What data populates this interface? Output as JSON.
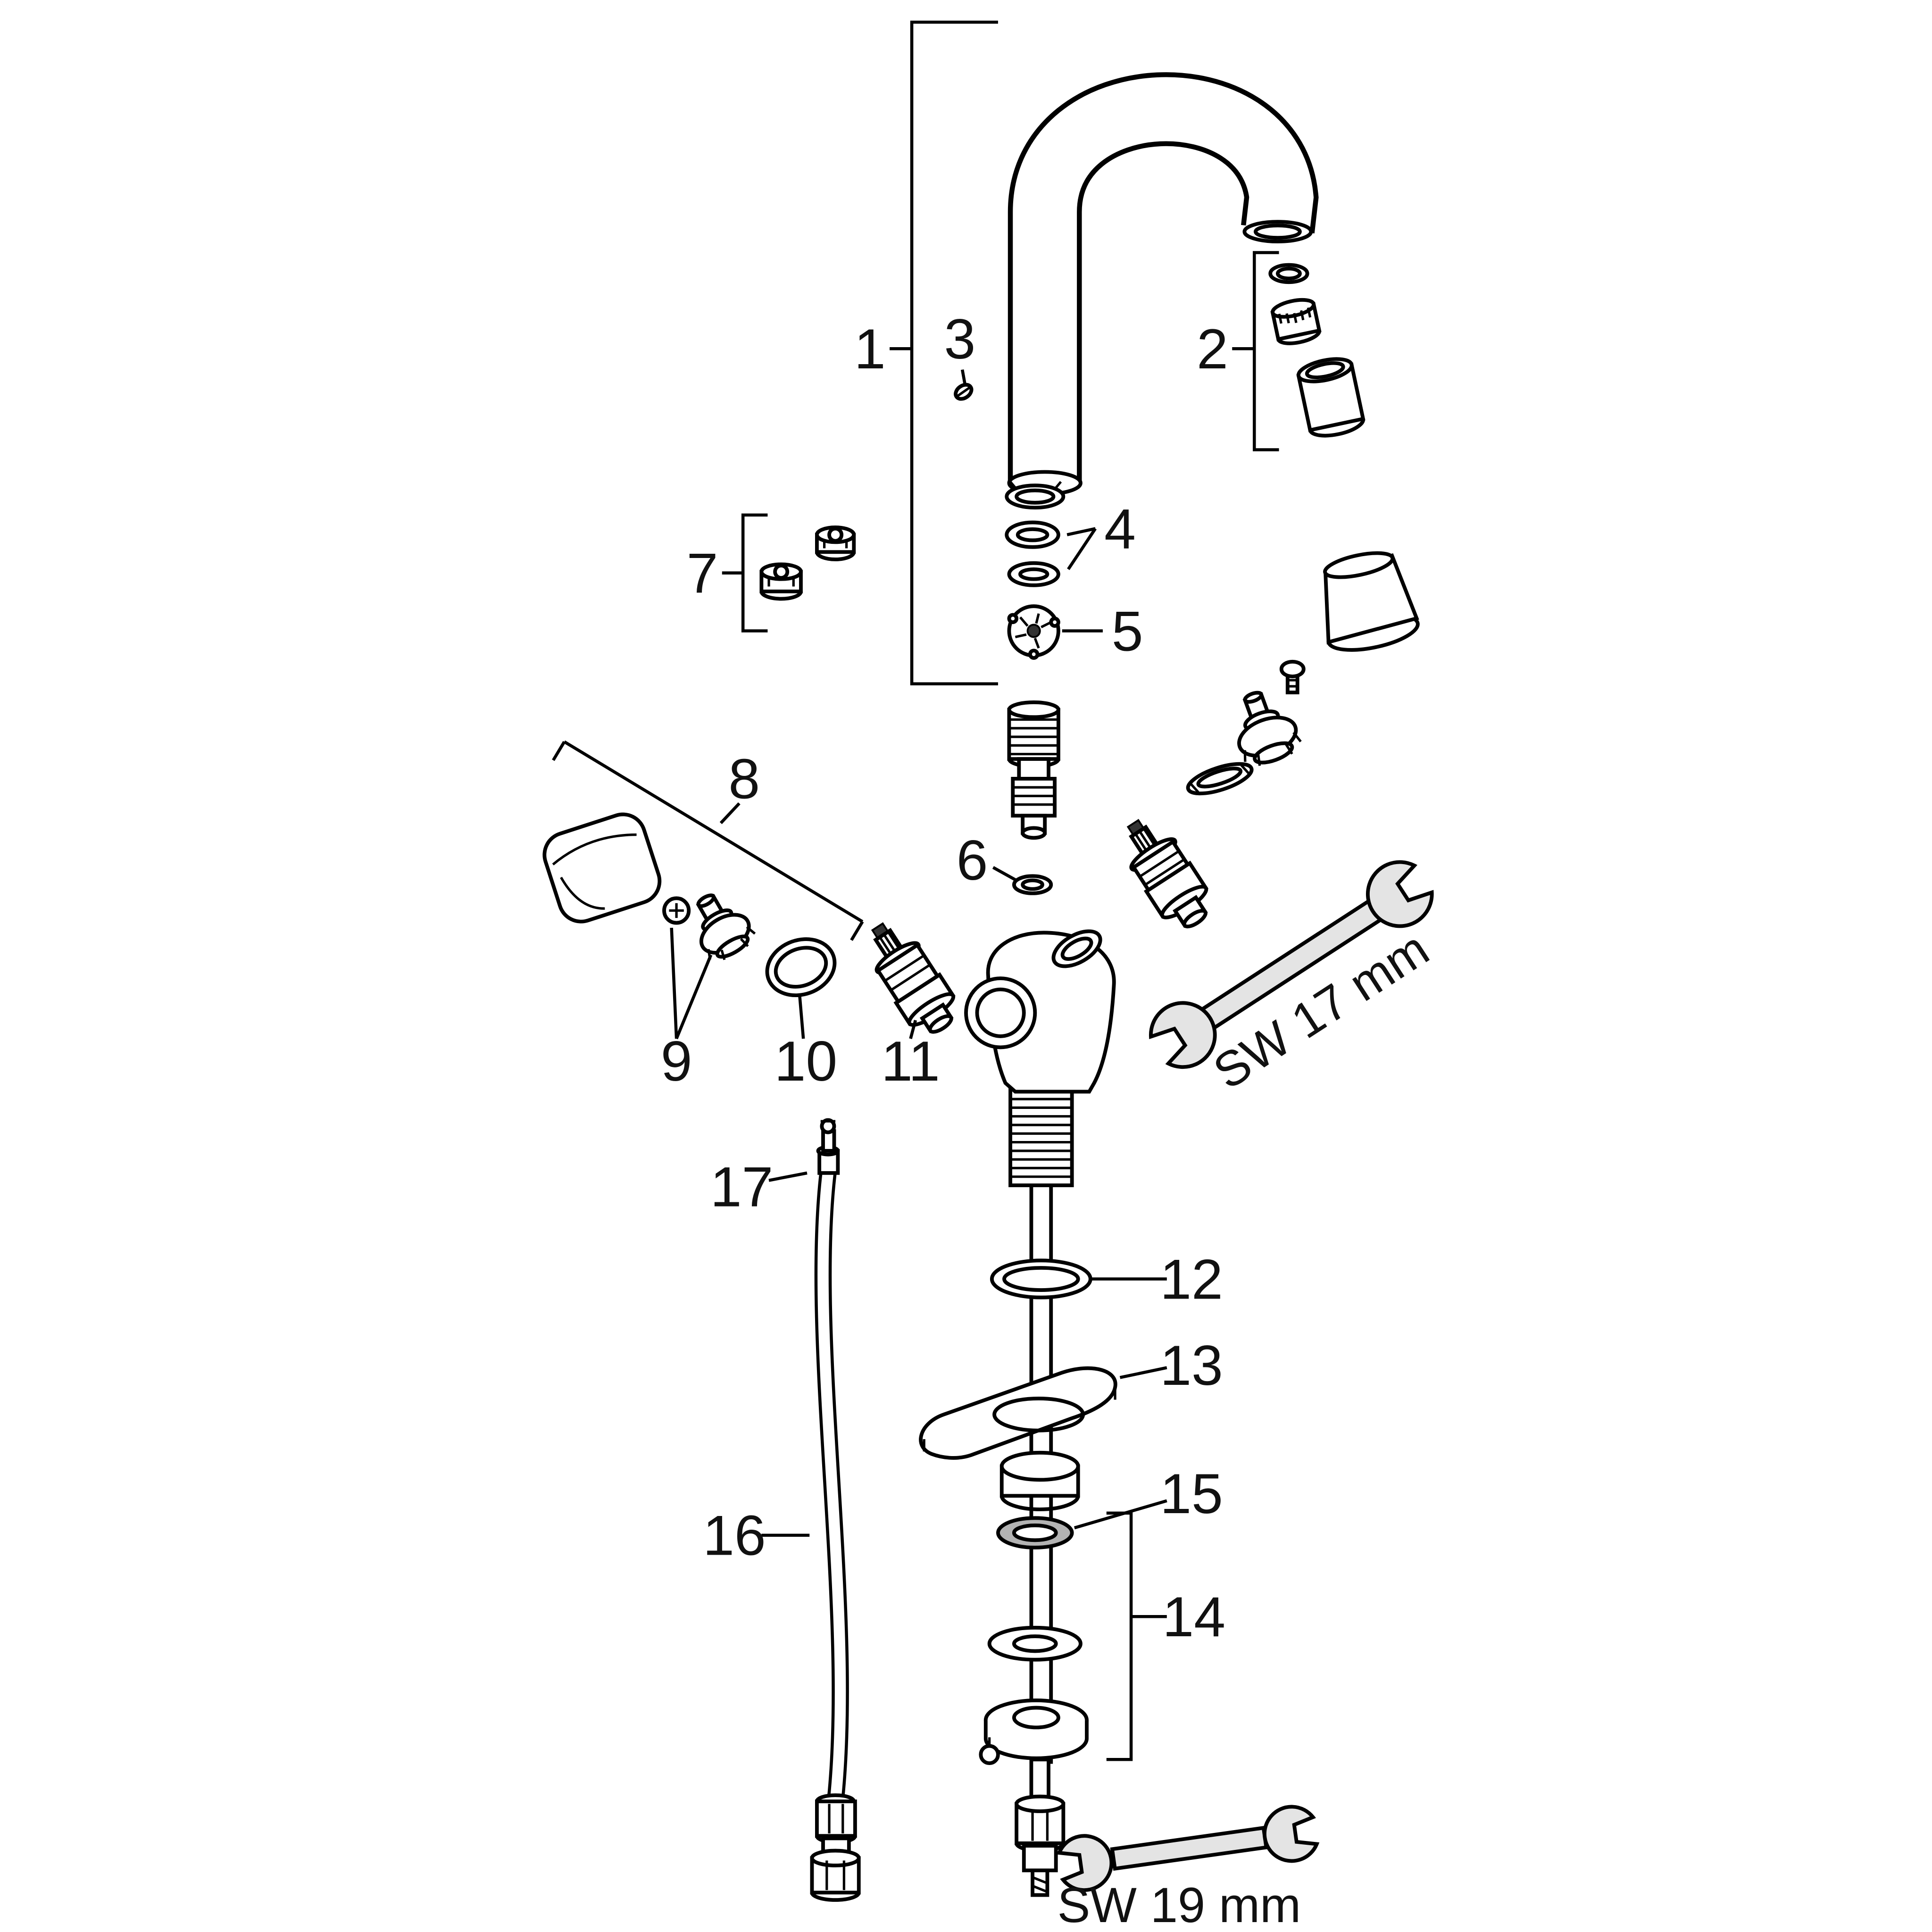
{
  "diagram": {
    "background": "#ffffff",
    "line_color": "#000000",
    "accent_gray": "#b3b3b3",
    "callouts": [
      {
        "label": "1",
        "part": "spout-assembly"
      },
      {
        "label": "2",
        "part": "aerator-set"
      },
      {
        "label": "3",
        "part": "set-screw"
      },
      {
        "label": "4",
        "part": "seal-ring-set"
      },
      {
        "label": "5",
        "part": "coupling-insert"
      },
      {
        "label": "6",
        "part": "connection-piece"
      },
      {
        "label": "7",
        "part": "threaded-inserts"
      },
      {
        "label": "8",
        "part": "handle-assembly"
      },
      {
        "label": "9",
        "part": "handle-screw-and-adapter"
      },
      {
        "label": "10",
        "part": "trim-ring"
      },
      {
        "label": "11",
        "part": "valve-cartridge"
      },
      {
        "label": "12",
        "part": "o-ring"
      },
      {
        "label": "13",
        "part": "mounting-flange"
      },
      {
        "label": "14",
        "part": "fastening-set"
      },
      {
        "label": "15",
        "part": "washer"
      },
      {
        "label": "16",
        "part": "flexible-hose"
      },
      {
        "label": "17",
        "part": "hose-connector"
      }
    ],
    "tool_labels": {
      "wrench_17": "SW 17 mm",
      "wrench_19": "SW 19 mm"
    }
  }
}
